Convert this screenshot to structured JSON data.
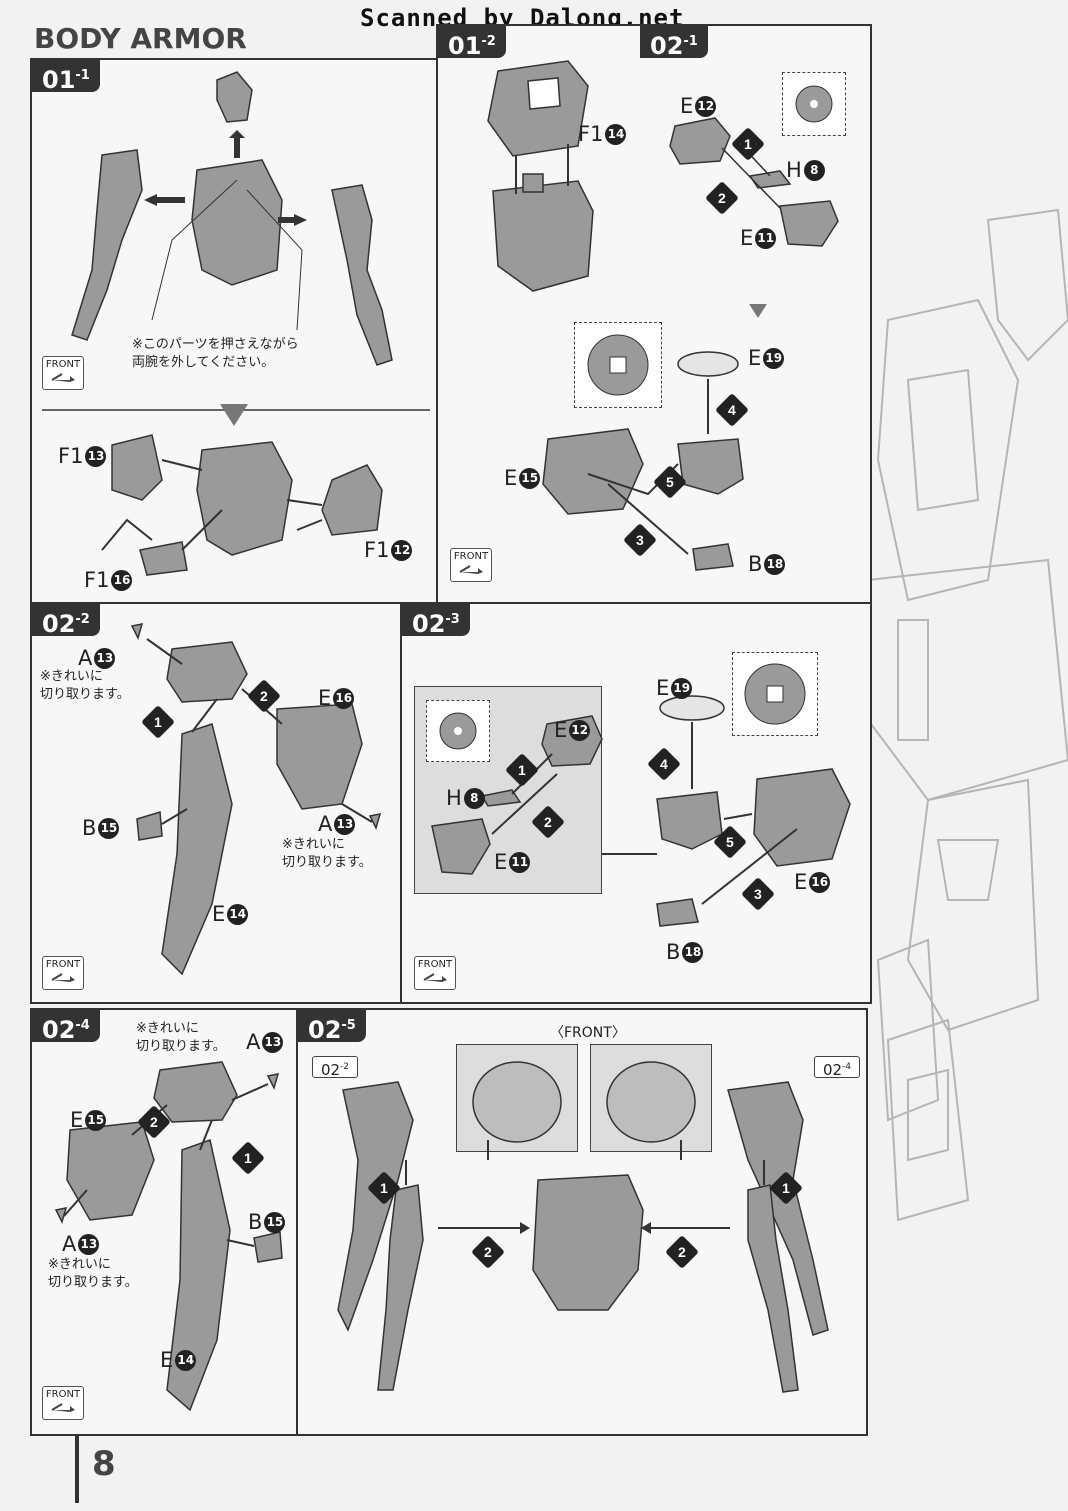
{
  "watermark": "Scanned by Dalong.net",
  "section_title": "BODY ARMOR",
  "page_number": "8",
  "front_badge_label": "FRONT",
  "cut_note_line1": "※きれいに",
  "cut_note_line2": "切り取ります。",
  "cut_note_inline": "※きれいに切り取ります。",
  "step_01_1": {
    "tab_main": "01",
    "tab_sub": "-1",
    "note_line1": "※このパーツを押さえながら",
    "note_line2": "両腕を外してください。",
    "parts": {
      "f13": "F1",
      "f13_num": "13",
      "f12": "F1",
      "f12_num": "12",
      "f16": "F1",
      "f16_num": "16"
    }
  },
  "step_01_2": {
    "tab_main": "01",
    "tab_sub": "-2",
    "part": "F1",
    "part_num": "14"
  },
  "step_02_1": {
    "tab_main": "02",
    "tab_sub": "-1",
    "parts": {
      "e12": "E",
      "e12_num": "12",
      "h8": "H",
      "h8_num": "8",
      "e11": "E",
      "e11_num": "11",
      "e19": "E",
      "e19_num": "19",
      "e15": "E",
      "e15_num": "15",
      "b18": "B",
      "b18_num": "18"
    },
    "seq": [
      "1",
      "2",
      "3",
      "4",
      "5"
    ]
  },
  "step_02_2": {
    "tab_main": "02",
    "tab_sub": "-2",
    "parts": {
      "a13": "A",
      "a13_num": "13",
      "e16": "E",
      "e16_num": "16",
      "b15": "B",
      "b15_num": "15",
      "e14": "E",
      "e14_num": "14"
    },
    "seq": [
      "1",
      "2"
    ]
  },
  "step_02_3": {
    "tab_main": "02",
    "tab_sub": "-3",
    "parts": {
      "e19": "E",
      "e19_num": "19",
      "e12": "E",
      "e12_num": "12",
      "h8": "H",
      "h8_num": "8",
      "e11": "E",
      "e11_num": "11",
      "e16": "E",
      "e16_num": "16",
      "b18": "B",
      "b18_num": "18"
    },
    "seq": [
      "1",
      "2",
      "3",
      "4",
      "5"
    ]
  },
  "step_02_4": {
    "tab_main": "02",
    "tab_sub": "-4",
    "parts": {
      "a13": "A",
      "a13_num": "13",
      "e15": "E",
      "e15_num": "15",
      "b15": "B",
      "b15_num": "15",
      "e14": "E",
      "e14_num": "14"
    },
    "seq": [
      "1",
      "2"
    ]
  },
  "step_02_5": {
    "tab_main": "02",
    "tab_sub": "-5",
    "front_caption": "〈FRONT〉",
    "ref_left_main": "02",
    "ref_left_sub": "-2",
    "ref_right_main": "02",
    "ref_right_sub": "-4",
    "seq": [
      "1",
      "2"
    ]
  },
  "colors": {
    "ink": "#222222",
    "panel_border": "#333333",
    "tab_bg": "#333333",
    "part_gray": "#9a9a9a",
    "page_bg": "#f2f2f2"
  }
}
